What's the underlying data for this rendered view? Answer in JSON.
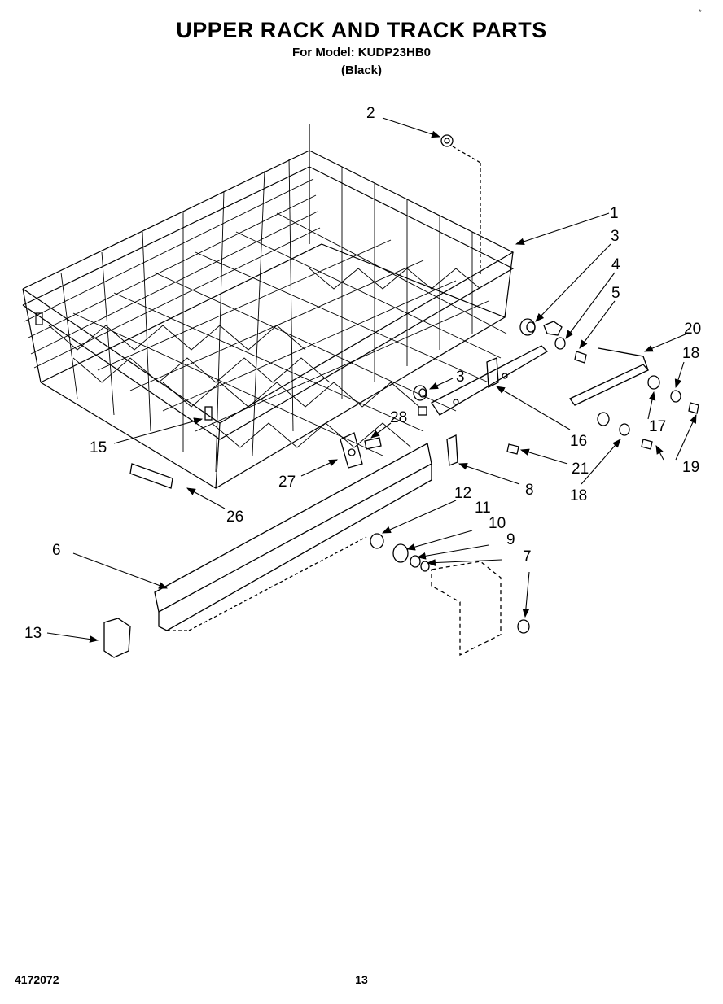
{
  "header": {
    "title": "UPPER RACK AND TRACK PARTS",
    "model_line": "For Model: KUDP23HB0",
    "color_line": "(Black)",
    "corner_mark": "*"
  },
  "callouts": {
    "c1": "1",
    "c2": "2",
    "c3a": "3",
    "c3b": "3",
    "c4": "4",
    "c5": "5",
    "c6": "6",
    "c7": "7",
    "c8": "8",
    "c9": "9",
    "c10": "10",
    "c11": "11",
    "c12": "12",
    "c13": "13",
    "c15": "15",
    "c16": "16",
    "c17": "17",
    "c18a": "18",
    "c18b": "18",
    "c19": "19",
    "c20": "20",
    "c21": "21",
    "c26": "26",
    "c27": "27",
    "c28": "28"
  },
  "footer": {
    "doc_number": "4172072",
    "page_number": "13"
  }
}
